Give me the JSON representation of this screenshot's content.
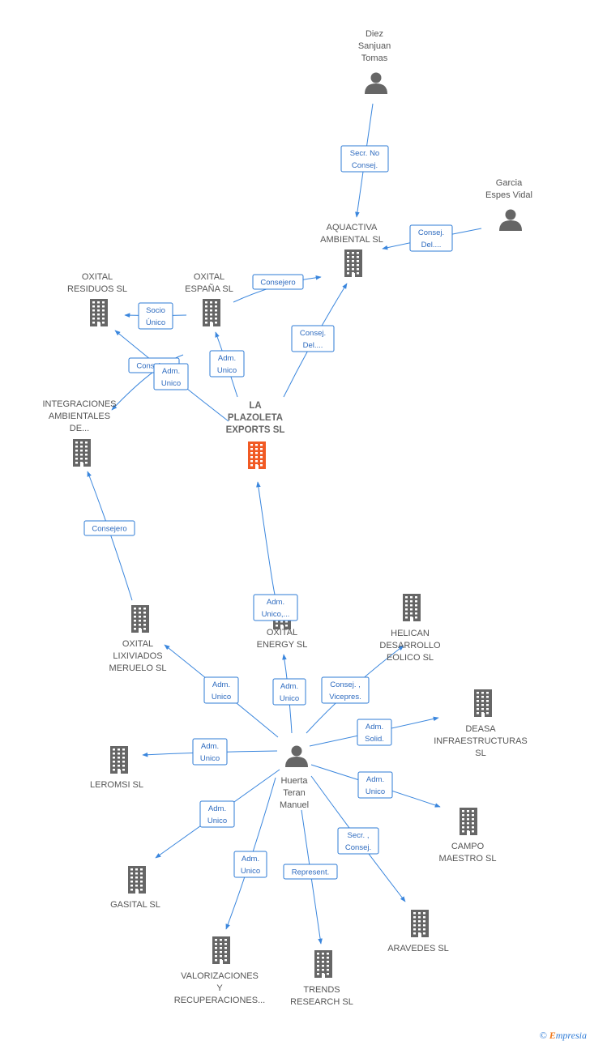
{
  "colors": {
    "link": "#3a86dd",
    "building": "#666666",
    "highlight": "#f15a24",
    "person": "#666666"
  },
  "brand": {
    "copyright": "©",
    "e": "E",
    "name": "mpresia"
  },
  "nodes": [
    {
      "id": "diez",
      "type": "person",
      "lines": [
        "Diez",
        "Sanjuan",
        "Tomas"
      ]
    },
    {
      "id": "garcia",
      "type": "person",
      "lines": [
        "Garcia",
        "Espes Vidal"
      ]
    },
    {
      "id": "aquactiva",
      "type": "company",
      "lines": [
        "AQUACTIVA",
        "AMBIENTAL SL"
      ]
    },
    {
      "id": "oxres",
      "type": "company",
      "lines": [
        "OXITAL",
        "RESIDUOS SL"
      ]
    },
    {
      "id": "oxesp",
      "type": "company",
      "lines": [
        "OXITAL",
        "ESPAÑA SL"
      ]
    },
    {
      "id": "integ",
      "type": "company",
      "lines": [
        "INTEGRACIONES",
        "AMBIENTALES",
        "DE..."
      ]
    },
    {
      "id": "plazoleta",
      "type": "company-main",
      "lines": [
        "LA",
        "PLAZOLETA",
        "EXPORTS SL"
      ]
    },
    {
      "id": "lixiv",
      "type": "company",
      "lines": [
        "OXITAL",
        "LIXIVIADOS",
        "MERUELO SL"
      ]
    },
    {
      "id": "oxenergy",
      "type": "company",
      "lines": [
        "OXITAL",
        "ENERGY SL"
      ]
    },
    {
      "id": "helican",
      "type": "company",
      "lines": [
        "HELICAN",
        "DESARROLLO",
        "EOLICO SL"
      ]
    },
    {
      "id": "deasa",
      "type": "company",
      "lines": [
        "DEASA",
        "INFRAESTRUCTURAS",
        "SL"
      ]
    },
    {
      "id": "leromsi",
      "type": "company",
      "lines": [
        "LEROMSI SL"
      ]
    },
    {
      "id": "huerta",
      "type": "person",
      "lines": [
        "Huerta",
        "Teran",
        "Manuel"
      ]
    },
    {
      "id": "campo",
      "type": "company",
      "lines": [
        "CAMPO",
        "MAESTRO SL"
      ]
    },
    {
      "id": "gasital",
      "type": "company",
      "lines": [
        "GASITAL SL"
      ]
    },
    {
      "id": "aravedes",
      "type": "company",
      "lines": [
        "ARAVEDES SL"
      ]
    },
    {
      "id": "valoriz",
      "type": "company",
      "lines": [
        "VALORIZACIONES",
        "Y",
        "RECUPERACIONES..."
      ]
    },
    {
      "id": "trends",
      "type": "company",
      "lines": [
        "TRENDS",
        "RESEARCH SL"
      ]
    }
  ],
  "edges": [
    {
      "from": "diez",
      "to": "aquactiva",
      "label": [
        "Secr.  No",
        "Consej."
      ]
    },
    {
      "from": "garcia",
      "to": "aquactiva",
      "label": [
        "Consej.",
        "Del...."
      ]
    },
    {
      "from": "oxesp",
      "to": "aquactiva",
      "label": [
        "Consejero"
      ]
    },
    {
      "from": "plazoleta",
      "to": "aquactiva",
      "label": [
        "Consej.",
        "Del...."
      ]
    },
    {
      "from": "oxesp",
      "to": "oxres",
      "label": [
        "Socio",
        "Único"
      ]
    },
    {
      "from": "oxesp",
      "to": "integ",
      "label": [
        "Consejero"
      ]
    },
    {
      "from": "plazoleta",
      "to": "oxesp",
      "label": [
        "Adm.",
        "Unico"
      ]
    },
    {
      "from": "plazoleta",
      "to": "oxres",
      "label": [
        "Adm.",
        "Unico"
      ]
    },
    {
      "from": "lixiv",
      "to": "integ",
      "label": [
        "Consejero"
      ]
    },
    {
      "from": "huerta",
      "to": "plazoleta",
      "label": [
        "Adm.",
        "Unico,..."
      ]
    },
    {
      "from": "huerta",
      "to": "oxenergy",
      "label": [
        "Adm.",
        "Unico"
      ]
    },
    {
      "from": "huerta",
      "to": "lixiv",
      "label": [
        "Adm.",
        "Unico"
      ]
    },
    {
      "from": "huerta",
      "to": "helican",
      "label": [
        "Consej. ,",
        "Vicepres."
      ]
    },
    {
      "from": "huerta",
      "to": "deasa",
      "label": [
        "Adm.",
        "Solid."
      ]
    },
    {
      "from": "huerta",
      "to": "leromsi",
      "label": [
        "Adm.",
        "Unico"
      ]
    },
    {
      "from": "huerta",
      "to": "campo",
      "label": [
        "Adm.",
        "Unico"
      ]
    },
    {
      "from": "huerta",
      "to": "gasital",
      "label": [
        "Adm.",
        "Unico"
      ]
    },
    {
      "from": "huerta",
      "to": "aravedes",
      "label": [
        "Secr. ,",
        "Consej."
      ]
    },
    {
      "from": "huerta",
      "to": "valoriz",
      "label": [
        "Adm.",
        "Unico"
      ]
    },
    {
      "from": "huerta",
      "to": "trends",
      "label": [
        "Represent."
      ]
    }
  ]
}
